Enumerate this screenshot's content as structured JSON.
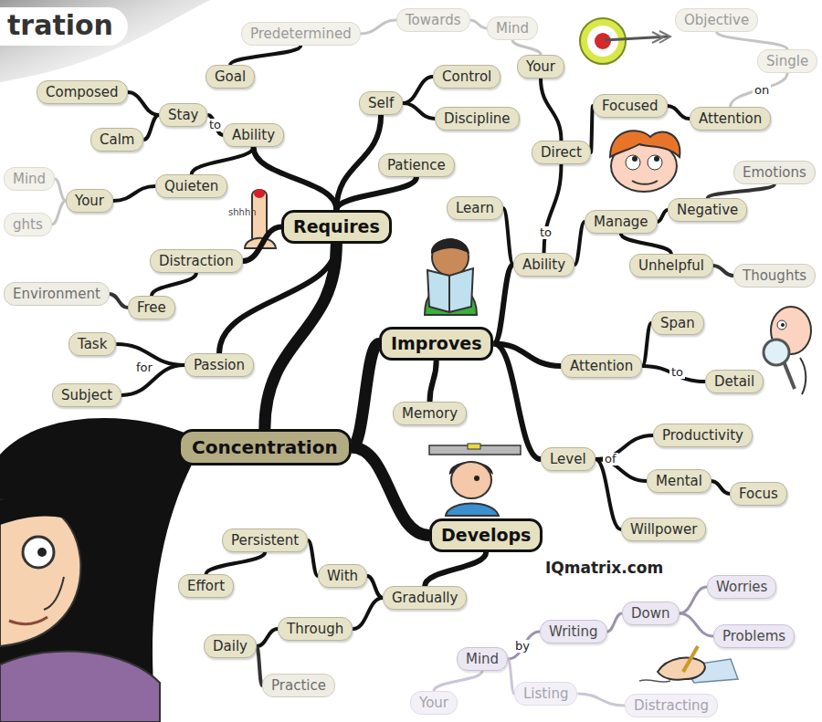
{
  "diagram": {
    "title": "tration",
    "nodes": [
      {
        "text": [
          "Concentration"
        ]
      },
      {
        "text": [
          "Requires"
        ]
      },
      {
        "text": [
          "Self"
        ]
      },
      {
        "text": [
          "Control"
        ]
      },
      {
        "text": [
          "Discipline"
        ]
      },
      {
        "text": [
          "Patience"
        ]
      },
      {
        "text": [
          "Ability"
        ]
      },
      {
        "text": [
          "Stay"
        ]
      },
      {
        "text": [
          "Composed"
        ]
      },
      {
        "text": [
          "Calm"
        ]
      },
      {
        "text": [
          "Quieten"
        ]
      },
      {
        "text": [
          "Your"
        ]
      },
      {
        "text": [
          "Mind"
        ]
      },
      {
        "text": [
          "ghts"
        ]
      },
      {
        "text": [
          "Distraction"
        ]
      },
      {
        "text": [
          "Free"
        ]
      },
      {
        "text": [
          "Environment"
        ]
      },
      {
        "text": [
          "Passion"
        ]
      },
      {
        "text": [
          "Task"
        ]
      },
      {
        "text": [
          "Subject"
        ]
      },
      {
        "text": [
          "Improves"
        ]
      },
      {
        "text": [
          "Ability"
        ]
      },
      {
        "text": [
          "Direct"
        ]
      },
      {
        "text": [
          "Your"
        ]
      },
      {
        "text": [
          "Mind"
        ]
      },
      {
        "text": [
          "Towards"
        ]
      },
      {
        "text": [
          "Predetermined"
        ]
      },
      {
        "text": [
          "Goal"
        ]
      },
      {
        "text": [
          "Focused"
        ]
      },
      {
        "text": [
          "Attention"
        ]
      },
      {
        "text": [
          "Single"
        ]
      },
      {
        "text": [
          "Objective"
        ]
      },
      {
        "text": [
          "Learn"
        ]
      },
      {
        "text": [
          "Manage"
        ]
      },
      {
        "text": [
          "Negative"
        ]
      },
      {
        "text": [
          "Emotions"
        ]
      },
      {
        "text": [
          "Unhelpful"
        ]
      },
      {
        "text": [
          "Thoughts"
        ]
      },
      {
        "text": [
          "Attention"
        ]
      },
      {
        "text": [
          "Span"
        ]
      },
      {
        "text": [
          "Detail"
        ]
      },
      {
        "text": [
          "Memory"
        ]
      },
      {
        "text": [
          "Level"
        ]
      },
      {
        "text": [
          "Productivity"
        ]
      },
      {
        "text": [
          "Mental"
        ]
      },
      {
        "text": [
          "Focus"
        ]
      },
      {
        "text": [
          "Willpower"
        ]
      },
      {
        "text": [
          "Develops"
        ]
      },
      {
        "text": [
          "Gradually"
        ]
      },
      {
        "text": [
          "With"
        ]
      },
      {
        "text": [
          "Persistent"
        ]
      },
      {
        "text": [
          "Effort"
        ]
      },
      {
        "text": [
          "Through"
        ]
      },
      {
        "text": [
          "Daily"
        ]
      },
      {
        "text": [
          "Practice"
        ]
      },
      {
        "text": [
          "Mind"
        ]
      },
      {
        "text": [
          "Your"
        ]
      },
      {
        "text": [
          "Writing"
        ]
      },
      {
        "text": [
          "Down"
        ]
      },
      {
        "text": [
          "Worries"
        ]
      },
      {
        "text": [
          "Problems"
        ]
      },
      {
        "text": [
          "Listing"
        ]
      },
      {
        "text": [
          "Distracting"
        ]
      }
    ],
    "edges": [
      {
        "from": 0,
        "to": 1,
        "arrow": "none"
      },
      {
        "from": 0,
        "to": 20,
        "arrow": "none"
      },
      {
        "from": 0,
        "to": 47,
        "arrow": "none"
      },
      {
        "from": 1,
        "to": 2,
        "arrow": "none"
      },
      {
        "from": 2,
        "to": 3,
        "arrow": "none"
      },
      {
        "from": 2,
        "to": 4,
        "arrow": "none"
      },
      {
        "from": 1,
        "to": 5,
        "arrow": "none"
      },
      {
        "from": 1,
        "to": 6,
        "arrow": "none"
      },
      {
        "from": 6,
        "to": 7,
        "arrow": "none"
      },
      {
        "from": 7,
        "to": 8,
        "arrow": "none"
      },
      {
        "from": 7,
        "to": 9,
        "arrow": "none"
      },
      {
        "from": 6,
        "to": 10,
        "arrow": "none"
      },
      {
        "from": 10,
        "to": 11,
        "arrow": "none"
      },
      {
        "from": 11,
        "to": 12,
        "arrow": "none"
      },
      {
        "from": 11,
        "to": 13,
        "arrow": "none"
      },
      {
        "from": 1,
        "to": 14,
        "arrow": "none"
      },
      {
        "from": 14,
        "to": 15,
        "arrow": "none"
      },
      {
        "from": 15,
        "to": 16,
        "arrow": "none"
      },
      {
        "from": 1,
        "to": 17,
        "arrow": "none"
      },
      {
        "from": 17,
        "to": 18,
        "arrow": "none"
      },
      {
        "from": 17,
        "to": 19,
        "arrow": "none"
      },
      {
        "from": 20,
        "to": 21,
        "arrow": "none"
      },
      {
        "from": 21,
        "to": 22,
        "arrow": "none"
      },
      {
        "from": 22,
        "to": 23,
        "arrow": "none"
      },
      {
        "from": 23,
        "to": 24,
        "arrow": "none"
      },
      {
        "from": 24,
        "to": 25,
        "arrow": "none"
      },
      {
        "from": 25,
        "to": 26,
        "arrow": "none"
      },
      {
        "from": 26,
        "to": 27,
        "arrow": "none"
      },
      {
        "from": 22,
        "to": 28,
        "arrow": "none"
      },
      {
        "from": 28,
        "to": 29,
        "arrow": "none"
      },
      {
        "from": 29,
        "to": 30,
        "arrow": "none"
      },
      {
        "from": 30,
        "to": 31,
        "arrow": "none"
      },
      {
        "from": 21,
        "to": 32,
        "arrow": "none"
      },
      {
        "from": 21,
        "to": 33,
        "arrow": "none"
      },
      {
        "from": 33,
        "to": 34,
        "arrow": "none"
      },
      {
        "from": 34,
        "to": 35,
        "arrow": "none"
      },
      {
        "from": 33,
        "to": 36,
        "arrow": "none"
      },
      {
        "from": 36,
        "to": 37,
        "arrow": "none"
      },
      {
        "from": 20,
        "to": 38,
        "arrow": "none"
      },
      {
        "from": 38,
        "to": 39,
        "arrow": "none"
      },
      {
        "from": 38,
        "to": 40,
        "arrow": "none"
      },
      {
        "from": 20,
        "to": 41,
        "arrow": "none"
      },
      {
        "from": 20,
        "to": 42,
        "arrow": "none"
      },
      {
        "from": 42,
        "to": 43,
        "arrow": "none"
      },
      {
        "from": 42,
        "to": 44,
        "arrow": "none"
      },
      {
        "from": 44,
        "to": 45,
        "arrow": "none"
      },
      {
        "from": 42,
        "to": 46,
        "arrow": "none"
      },
      {
        "from": 47,
        "to": 48,
        "arrow": "none"
      },
      {
        "from": 48,
        "to": 49,
        "arrow": "none"
      },
      {
        "from": 49,
        "to": 50,
        "arrow": "none"
      },
      {
        "from": 50,
        "to": 51,
        "arrow": "none"
      },
      {
        "from": 48,
        "to": 52,
        "arrow": "none"
      },
      {
        "from": 52,
        "to": 53,
        "arrow": "none"
      },
      {
        "from": 53,
        "to": 54,
        "arrow": "none"
      },
      {
        "from": 55,
        "to": 56,
        "arrow": "none"
      },
      {
        "from": 55,
        "to": 57,
        "arrow": "none"
      },
      {
        "from": 57,
        "to": 58,
        "arrow": "none"
      },
      {
        "from": 58,
        "to": 59,
        "arrow": "none"
      },
      {
        "from": 58,
        "to": 60,
        "arrow": "none"
      },
      {
        "from": 55,
        "to": 61,
        "arrow": "none"
      },
      {
        "from": 61,
        "to": 62,
        "arrow": "none"
      }
    ],
    "labels": [
      "shhhh",
      "to",
      "for",
      "to",
      "on",
      "to",
      "of",
      "by",
      "IQmatrix.com"
    ]
  }
}
